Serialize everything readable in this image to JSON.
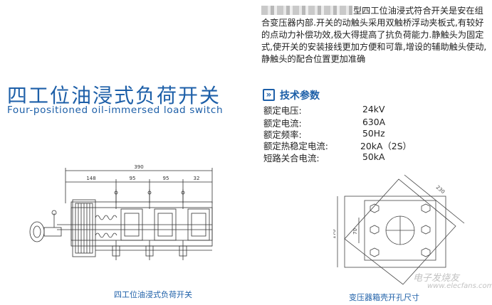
{
  "intro": {
    "text": "型四工位油浸式符合开关是安在组合变压器内部.开关的动触头采用双触桥浮动夹板式,有较好的点动力补偿功效,极大得提高了抗负荷能力.静触头为固定式,使开关的安装接线更加方便和可靠,增设的辅助触头使动,静触头的配合位置更加准确"
  },
  "title": {
    "cn": "四工位油浸式负荷开关",
    "en": "Four-positioned oil-immersed load switch"
  },
  "specs": {
    "heading": "技术参数",
    "rows": [
      {
        "key": "额定电压:",
        "value": "24kV"
      },
      {
        "key": "额定电流:",
        "value": "630A"
      },
      {
        "key": "额定频率:",
        "value": "50Hz"
      },
      {
        "key": "额定热稳定电流:",
        "value": "20kA（2S）"
      },
      {
        "key": "短路关合电流:",
        "value": "50kA"
      }
    ]
  },
  "drawing_left": {
    "overall_dim": "390",
    "dims": [
      "148",
      "95",
      "95",
      "32"
    ],
    "caption": "四工位油浸式负荷开关"
  },
  "drawing_right": {
    "dims": {
      "diag": "230",
      "outer_h": "170",
      "inner_h": "70"
    },
    "caption": "变压器箱壳开孔尺寸"
  },
  "watermark": {
    "text": "电子发烧友",
    "url": "www.elecfans.com"
  }
}
